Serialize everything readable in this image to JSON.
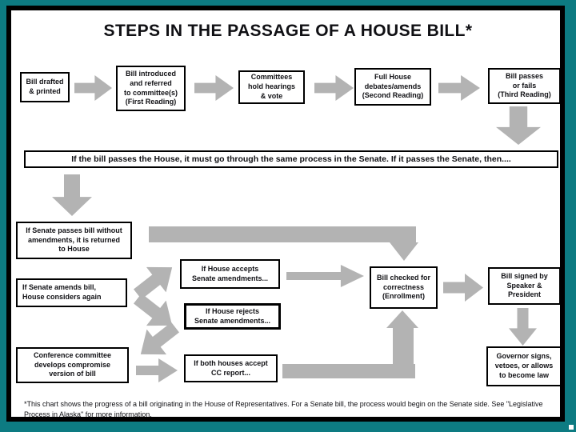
{
  "slide": {
    "title": "STEPS IN THE PASSAGE OF A HOUSE BILL*",
    "footnote": "*This chart shows the progress of a bill originating in the House of Representatives.  For a Senate bill, the process would begin on the Senate side.  See \"Legislative Process in Alaska\" for more information."
  },
  "colors": {
    "frame_teal": "#0d7b82",
    "frame_black": "#000000",
    "arrow_gray": "#b3b3b3",
    "box_border": "#000000",
    "text": "#101014",
    "background": "#ffffff"
  },
  "flow": {
    "house_steps": [
      {
        "label": "Bill drafted\n& printed"
      },
      {
        "label": "Bill introduced\nand referred\nto committee(s)\n(First Reading)"
      },
      {
        "label": "Committees\nhold hearings\n& vote"
      },
      {
        "label": "Full House\ndebates/amends\n(Second Reading)"
      },
      {
        "label": "Bill passes\nor fails\n(Third Reading)"
      }
    ],
    "banner": "If the bill passes the House, it must go through the same process in the Senate.  If it passes the Senate, then....",
    "senate_outcomes": [
      {
        "label": "If Senate passes bill without\namendments, it is returned\nto House"
      },
      {
        "label": "If Senate amends bill,\nHouse considers again"
      },
      {
        "label": "Conference committee\ndevelops compromise\nversion of bill"
      }
    ],
    "house_responses": [
      {
        "label": "If House accepts\nSenate amendments..."
      },
      {
        "label": "If House rejects\nSenate amendments..."
      },
      {
        "label": "If both houses accept\nCC report..."
      }
    ],
    "final_steps": [
      {
        "label": "Bill checked for\ncorrectness\n(Enrollment)"
      },
      {
        "label": "Bill signed by\nSpeaker &\nPresident"
      },
      {
        "label": "Governor signs,\nvetoes, or allows\nto become law"
      }
    ]
  }
}
